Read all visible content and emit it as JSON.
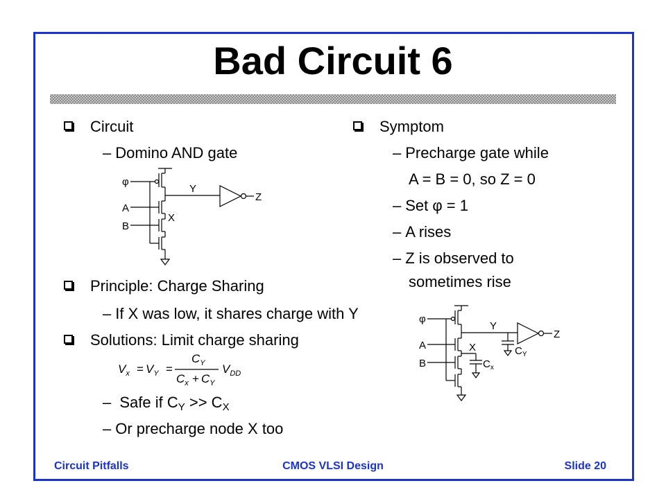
{
  "slide": {
    "title": "Bad Circuit 6",
    "left": {
      "circuit_heading": "Circuit",
      "circuit_item": "Domino AND gate",
      "principle_heading": "Principle: Charge Sharing",
      "principle_item": "If X was low, it shares charge with Y",
      "solutions_heading": "Solutions: Limit charge sharing",
      "safe_prefix": "Safe if C",
      "safe_sub1": "Y",
      "safe_mid": " >> C",
      "safe_sub2": "X",
      "precharge_item": "Or precharge node X too"
    },
    "right": {
      "symptom_heading": "Symptom",
      "item1_line1": "Precharge gate while",
      "item1_line2": "A = B = 0, so Z = 0",
      "item2": "Set φ = 1",
      "item3": "A rises",
      "item4_line1": "Z is observed to",
      "item4_line2": "sometimes rise"
    },
    "circuit1_labels": {
      "phi": "φ",
      "a": "A",
      "b": "B",
      "y": "Y",
      "x": "X",
      "z": "Z"
    },
    "circuit2_labels": {
      "phi": "φ",
      "a": "A",
      "b": "B",
      "y": "Y",
      "x": "X",
      "z": "Z",
      "cy": "C",
      "cy_sub": "Y",
      "cx": "C",
      "cx_sub": "x"
    },
    "equation": {
      "lhs1": "V",
      "lhs1_sub": "x",
      "lhs2": "V",
      "lhs2_sub": "Y",
      "num": "C",
      "num_sub": "Y",
      "den1": "C",
      "den1_sub": "x",
      "den2": "C",
      "den2_sub": "Y",
      "rhs": "V",
      "rhs_sub": "DD"
    }
  },
  "footer": {
    "left": "Circuit Pitfalls",
    "center": "CMOS VLSI Design",
    "right": "Slide 20"
  },
  "colors": {
    "frame": "#1a33cc",
    "footer_text": "#1a33cc"
  }
}
